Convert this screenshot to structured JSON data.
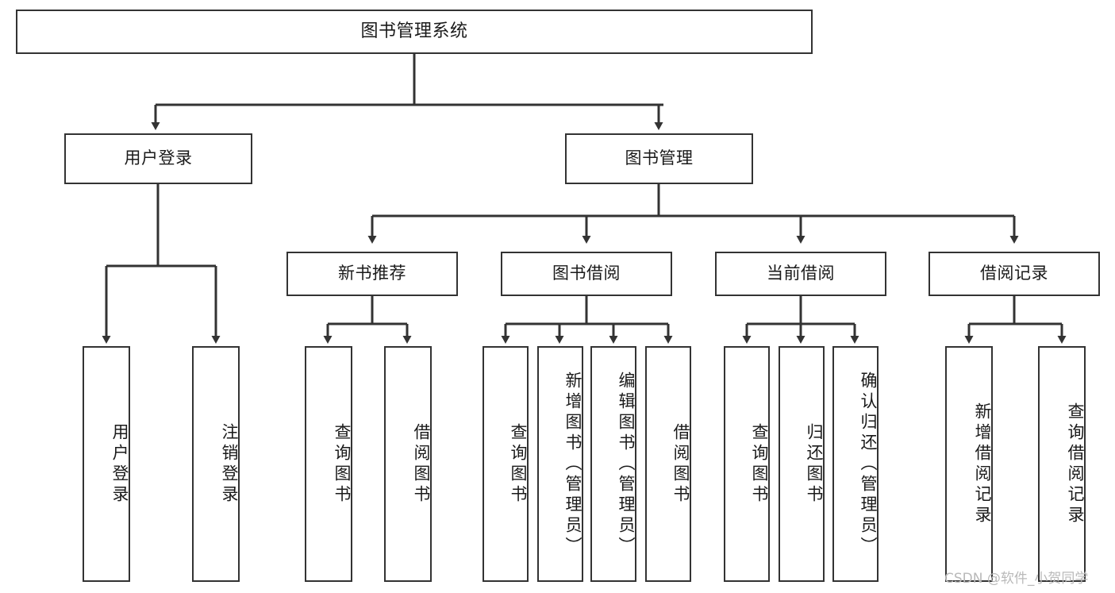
{
  "diagram": {
    "title": "图书管理系统",
    "type": "function-structure-tree",
    "root": {
      "id": "root",
      "label": "图书管理系统"
    },
    "level2": [
      {
        "id": "user-login",
        "label": "用户登录"
      },
      {
        "id": "book-management",
        "label": "图书管理"
      }
    ],
    "level3": [
      {
        "id": "new-book-recommend",
        "label": "新书推荐",
        "parent": "book-management"
      },
      {
        "id": "book-borrow",
        "label": "图书借阅",
        "parent": "book-management"
      },
      {
        "id": "current-borrow",
        "label": "当前借阅",
        "parent": "book-management"
      },
      {
        "id": "borrow-record",
        "label": "借阅记录",
        "parent": "book-management"
      }
    ],
    "leaves": [
      {
        "id": "leaf-user-login",
        "label": "用户登录",
        "parent": "user-login"
      },
      {
        "id": "leaf-user-logout",
        "label": "注销登录",
        "parent": "user-login"
      },
      {
        "id": "leaf-query-book-1",
        "label": "查询图书",
        "parent": "new-book-recommend"
      },
      {
        "id": "leaf-borrow-book-1",
        "label": "借阅图书",
        "parent": "new-book-recommend"
      },
      {
        "id": "leaf-query-book-2",
        "label": "查询图书",
        "parent": "book-borrow"
      },
      {
        "id": "leaf-add-book",
        "label": "新增图书（管理员）",
        "parent": "book-borrow"
      },
      {
        "id": "leaf-edit-book",
        "label": "编辑图书（管理员）",
        "parent": "book-borrow"
      },
      {
        "id": "leaf-borrow-book-2",
        "label": "借阅图书",
        "parent": "book-borrow"
      },
      {
        "id": "leaf-query-book-3",
        "label": "查询图书",
        "parent": "current-borrow"
      },
      {
        "id": "leaf-return-book",
        "label": "归还图书",
        "parent": "current-borrow"
      },
      {
        "id": "leaf-confirm-return",
        "label": "确认归还（管理员）",
        "parent": "current-borrow"
      },
      {
        "id": "leaf-add-record",
        "label": "新增借阅记录",
        "parent": "borrow-record"
      },
      {
        "id": "leaf-query-record",
        "label": "查询借阅记录",
        "parent": "borrow-record"
      }
    ]
  },
  "watermark": {
    "text": "CSDN @软件_小贺同学"
  },
  "colors": {
    "box_border": "#333333",
    "box_fill": "#ffffff",
    "connector": "#333333",
    "text": "#1a1a1a",
    "watermark": "#b9b9b9",
    "background": "#ffffff"
  }
}
